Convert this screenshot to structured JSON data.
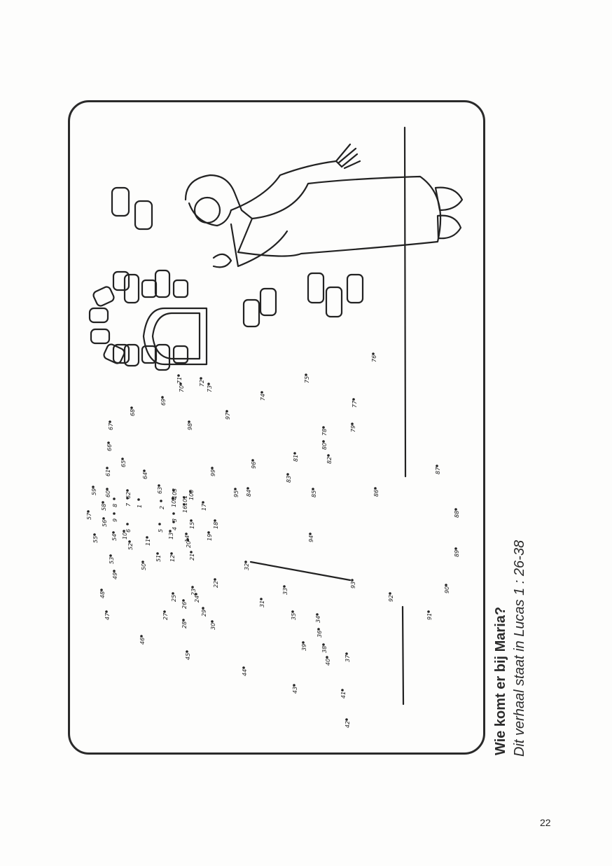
{
  "page": {
    "title": "Wie komt er bij Maria?",
    "subtitle": "Dit verhaal staat in Lucas 1 : 26-38",
    "page_number": "22"
  },
  "illustration": {
    "icon": "maria-dot-to-dot-illustration",
    "dots": [
      "1",
      "2",
      "3",
      "4",
      "5",
      "6",
      "7",
      "8",
      "9",
      "10",
      "11",
      "12",
      "13",
      "14",
      "15",
      "16",
      "17",
      "18",
      "19",
      "20",
      "21",
      "22",
      "23",
      "24",
      "25",
      "26",
      "27",
      "28",
      "29",
      "30",
      "31",
      "32",
      "33",
      "34",
      "35",
      "36",
      "37",
      "38",
      "39",
      "40",
      "41",
      "42",
      "43",
      "44",
      "45",
      "46",
      "47",
      "48",
      "49",
      "50",
      "51",
      "52",
      "53",
      "54",
      "55",
      "56",
      "57",
      "58",
      "59",
      "60",
      "61",
      "62",
      "63",
      "64",
      "65",
      "66",
      "67",
      "68",
      "69",
      "70",
      "71",
      "72",
      "73",
      "74",
      "75",
      "76",
      "77",
      "78",
      "79",
      "80",
      "81",
      "82",
      "83",
      "84",
      "85",
      "86",
      "87",
      "88",
      "89",
      "90",
      "91",
      "92",
      "93",
      "94",
      "95",
      "96",
      "97",
      "98",
      "99",
      "100",
      "101",
      "102",
      "103"
    ]
  }
}
